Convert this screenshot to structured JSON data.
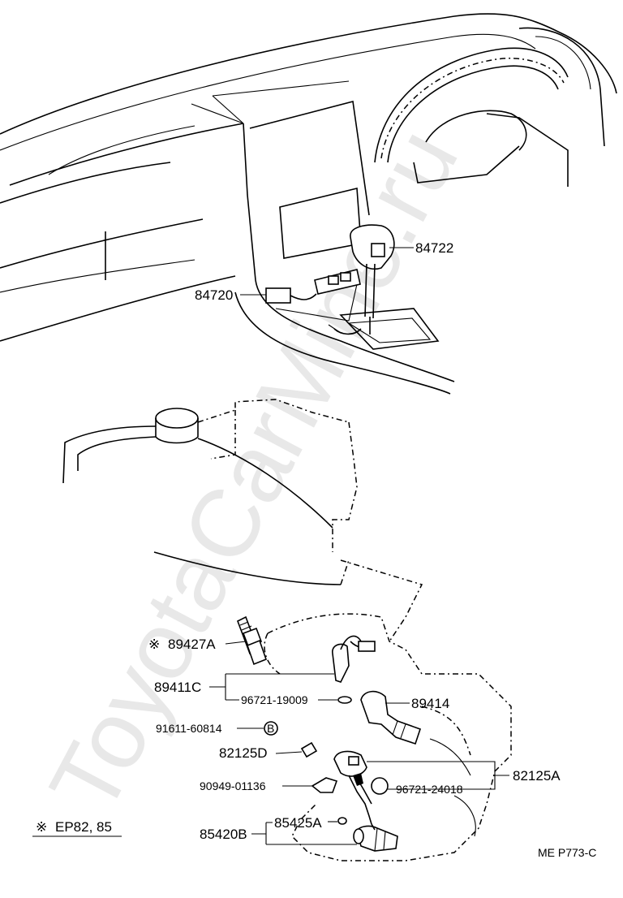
{
  "watermark": "ToyotaCarMine.ru",
  "labels": {
    "p84722": "84722",
    "p84720": "84720",
    "p89427a": "89427A",
    "p89411c": "89411C",
    "p96721_19009": "96721-19009",
    "p89414": "89414",
    "p91611_60814": "91611-60814",
    "p82125d": "82125D",
    "p90949_01136": "90949-01136",
    "p96721_24018": "96721-24018",
    "p82125a": "82125A",
    "p85425a": "85425A",
    "p85420b": "85420B",
    "note_ep": "EP82, 85",
    "note_mark": "※",
    "mark_89427a": "※",
    "b_symbol": "B",
    "ref_code": "ME P773-C"
  }
}
